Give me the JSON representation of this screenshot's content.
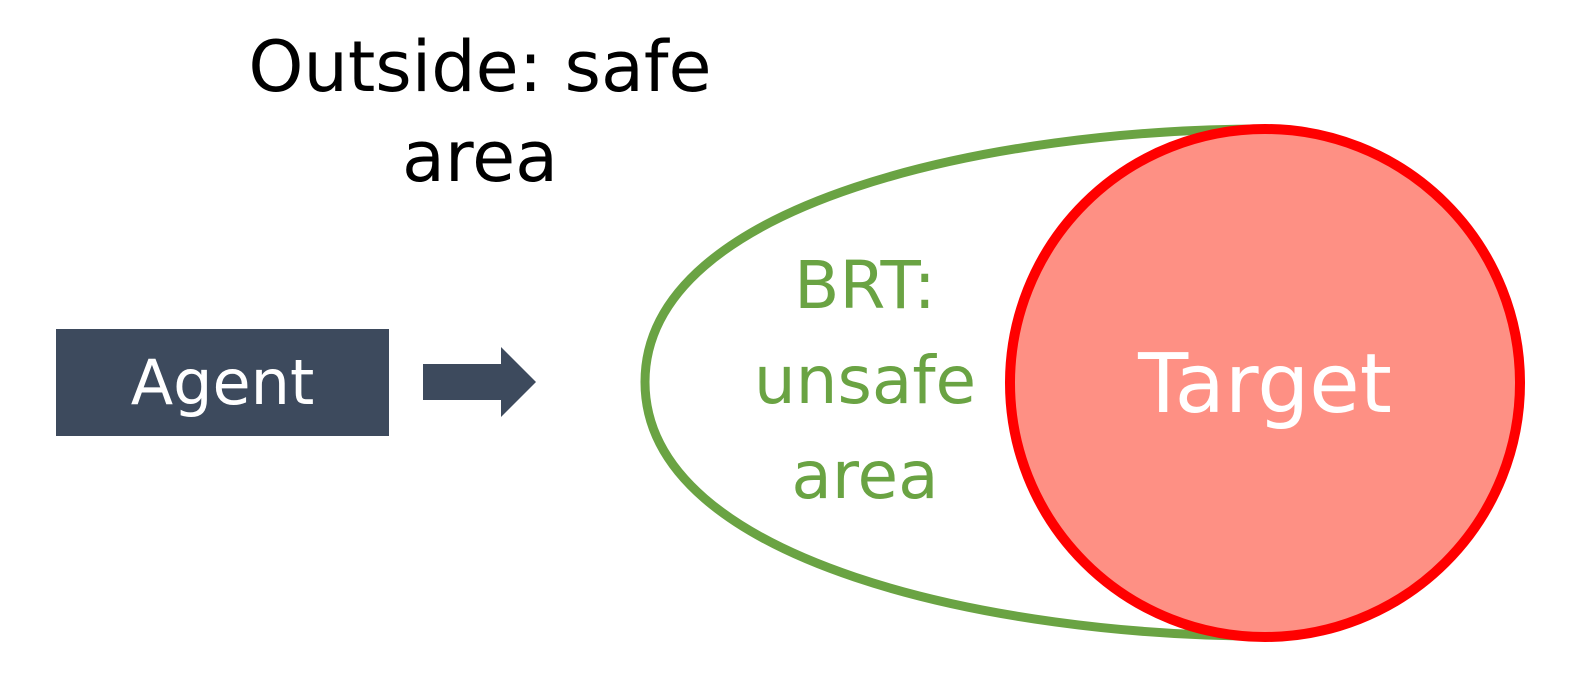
{
  "outside": {
    "label_line1": "Outside: safe",
    "label_line2": "area"
  },
  "agent": {
    "label": "Agent"
  },
  "brt": {
    "label_line1": "BRT:",
    "label_line2": "unsafe",
    "label_line3": "area"
  },
  "target": {
    "label": "Target"
  },
  "colors": {
    "agent_fill": "#3d4a5d",
    "arrow_fill": "#3d4a5d",
    "brt_stroke": "#6aa343",
    "brt_text": "#6aa343",
    "target_fill": "#fe9084",
    "target_stroke": "#ff0000",
    "target_text": "#ffffff",
    "outside_text": "#000000"
  }
}
